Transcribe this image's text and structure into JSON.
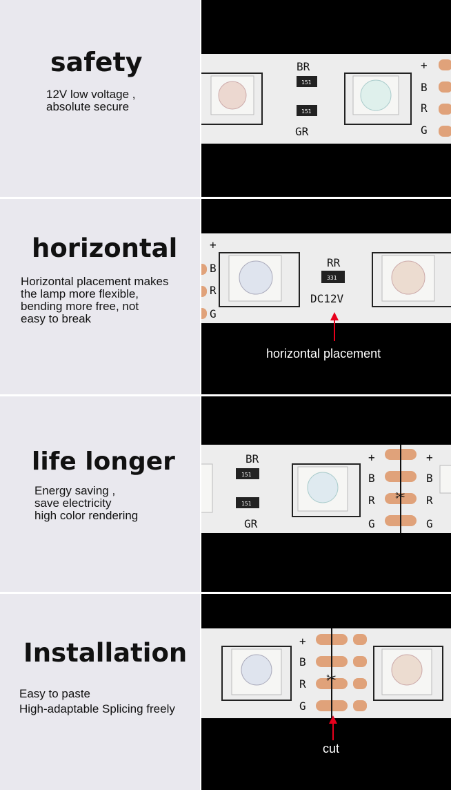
{
  "panels": [
    {
      "title": "safety",
      "desc": "12V low voltage ,\nabsolute secure",
      "strip_labels": {
        "top": "BR",
        "bottom": "GR",
        "pins": [
          "+",
          "B",
          "R",
          "G"
        ],
        "chip": "151"
      }
    },
    {
      "title": "horizontal",
      "desc": "Horizontal placement makes\nthe lamp more flexible,\nbending more free, not\neasy to break",
      "caption": "horizontal placement",
      "strip_labels": {
        "top": "RR",
        "bottom": "DC12V",
        "pins": [
          "+",
          "B",
          "R",
          "G"
        ],
        "chip": "331"
      }
    },
    {
      "title": "life longer",
      "desc": "Energy saving ,\nsave electricity\nhigh color rendering",
      "strip_labels": {
        "top": "BR",
        "bottom": "GR",
        "pins": [
          "+",
          "B",
          "R",
          "G"
        ],
        "chip": "151"
      }
    },
    {
      "title": "Installation",
      "desc": "Easy to paste\nHigh-adaptable Splicing freely",
      "caption": "cut",
      "strip_labels": {
        "pins": [
          "+",
          "B",
          "R",
          "G"
        ]
      }
    }
  ],
  "colors": {
    "panel_bg": "#e9e8ee",
    "strip": "#eeeeee",
    "arrow": "#e8001c",
    "pad": "#e0a27a"
  }
}
